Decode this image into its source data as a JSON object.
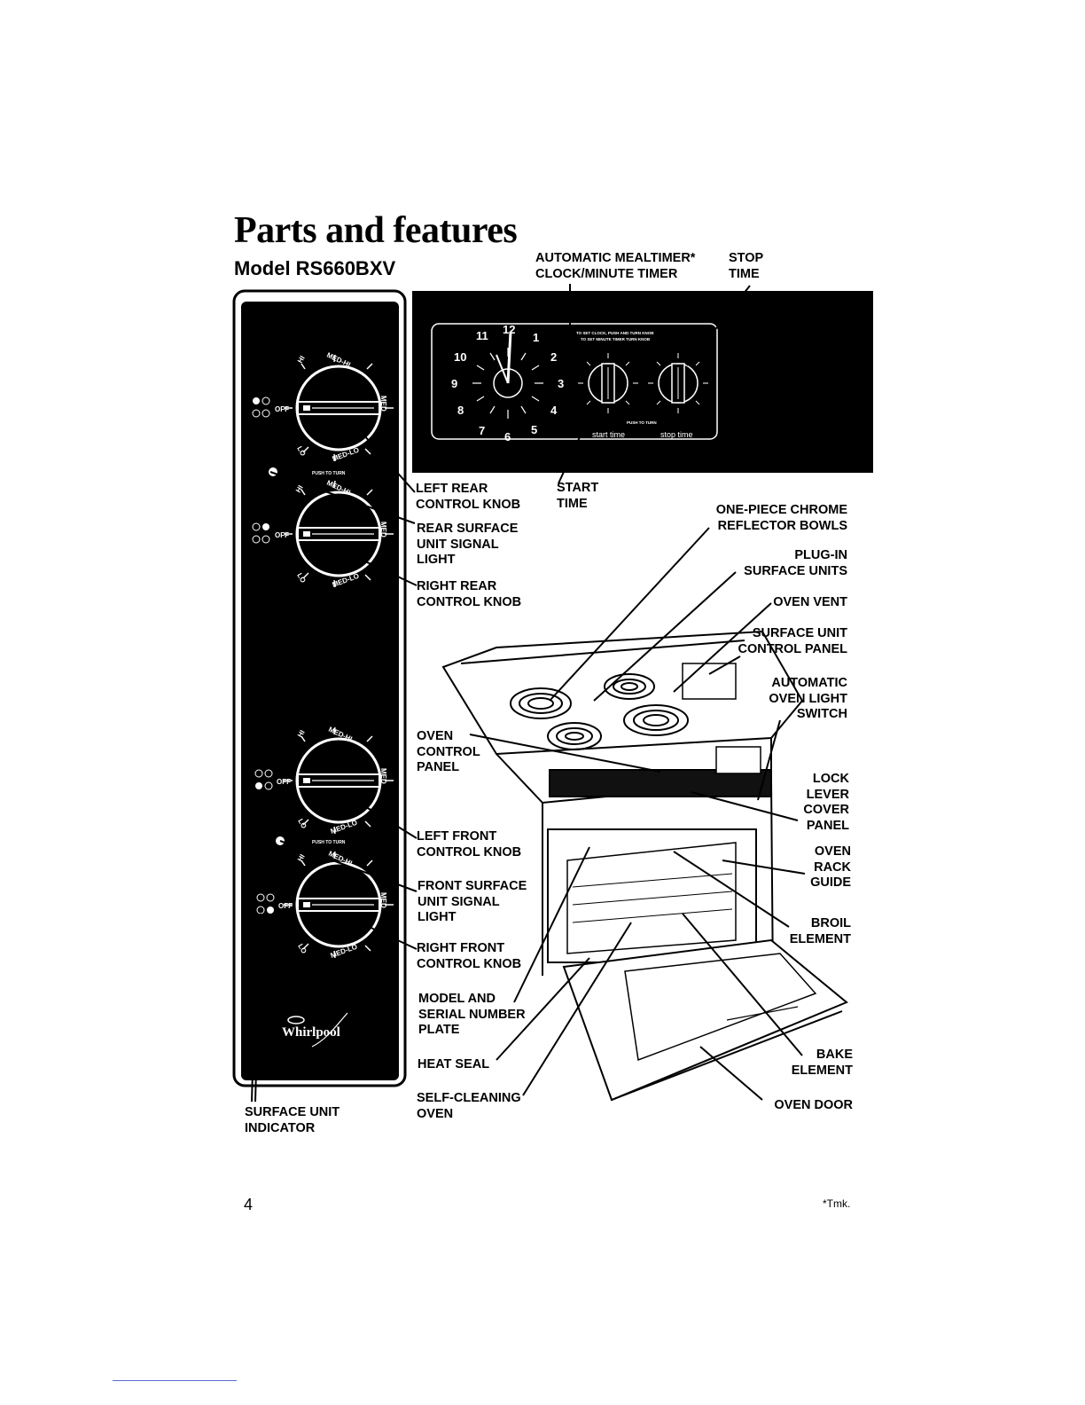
{
  "page": {
    "title": "Parts and features",
    "subtitle": "Model RS660BXV",
    "page_number": "4",
    "footnote": "*Tmk."
  },
  "clock_panel": {
    "dial_numbers": [
      "11",
      "12",
      "1",
      "10",
      "2",
      "9",
      "3",
      "8",
      "4",
      "7",
      "6",
      "5"
    ],
    "instruction": "TO SET CLOCK, PUSH AND TURN KNOB\nTO SET MINUTE TIMER TURN KNOB",
    "push_to_turn": "PUSH TO TURN",
    "start_time": "start time",
    "stop_time": "stop time"
  },
  "knob_panel": {
    "knob_labels": {
      "hi": "HI",
      "med_hi": "MED-HI",
      "med": "MED",
      "med_lo": "MED-LO",
      "lo": "LO",
      "off": "OFF"
    },
    "push_to_turn": "PUSH TO TURN",
    "brand": "Whirlpool"
  },
  "callouts": {
    "automatic_mealtimer": "AUTOMATIC MEALTIMER*\nCLOCK/MINUTE TIMER",
    "stop_time": "STOP\nTIME",
    "start_time": "START\nTIME",
    "left_rear_knob": "LEFT REAR\nCONTROL KNOB",
    "rear_signal_light": "REAR SURFACE\nUNIT SIGNAL\nLIGHT",
    "right_rear_knob": "RIGHT REAR\nCONTROL KNOB",
    "oven_control_panel": "OVEN\nCONTROL\nPANEL",
    "left_front_knob": "LEFT FRONT\nCONTROL KNOB",
    "front_signal_light": "FRONT SURFACE\nUNIT SIGNAL\nLIGHT",
    "right_front_knob": "RIGHT FRONT\nCONTROL KNOB",
    "model_serial_plate": "MODEL AND\nSERIAL NUMBER\nPLATE",
    "heat_seal": "HEAT SEAL",
    "self_cleaning_oven": "SELF-CLEANING\nOVEN",
    "surface_unit_indicator": "SURFACE UNIT\nINDICATOR",
    "reflector_bowls": "ONE-PIECE CHROME\nREFLECTOR BOWLS",
    "plug_in_units": "PLUG-IN\nSURFACE UNITS",
    "oven_vent": "OVEN VENT",
    "surface_control_panel": "SURFACE UNIT\nCONTROL PANEL",
    "oven_light_switch": "AUTOMATIC\nOVEN LIGHT\nSWITCH",
    "lock_lever": "LOCK\nLEVER\nCOVER\nPANEL",
    "oven_rack_guide": "OVEN\nRACK\nGUIDE",
    "broil_element": "BROIL\nELEMENT",
    "bake_element": "BAKE\nELEMENT",
    "oven_door": "OVEN DOOR"
  }
}
